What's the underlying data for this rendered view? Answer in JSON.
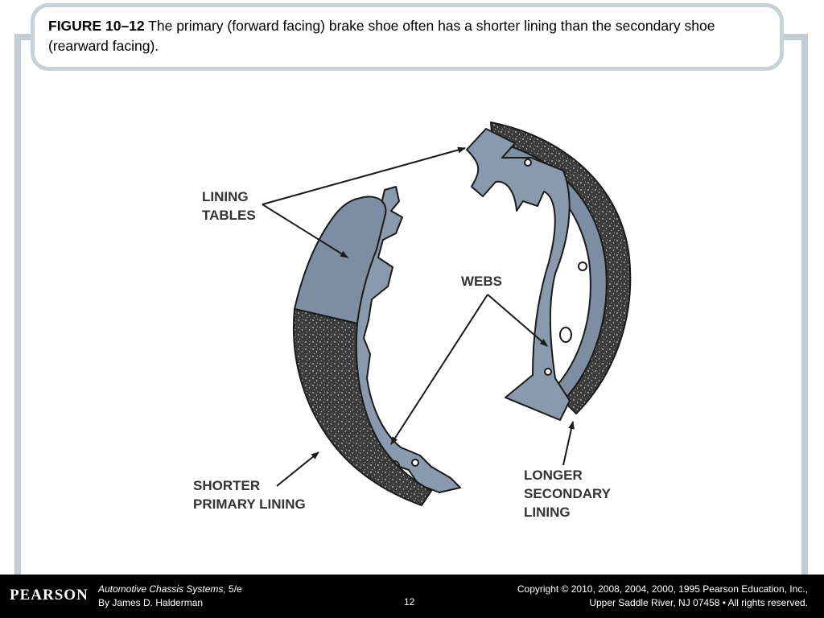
{
  "caption": {
    "figure_label": "FIGURE 10–12",
    "text": " The primary (forward facing) brake shoe often has a shorter lining than the secondary shoe (rearward facing)."
  },
  "labels": {
    "lining_tables": [
      "LINING",
      "TABLES"
    ],
    "webs": "WEBS",
    "shorter_primary": [
      "SHORTER",
      "PRIMARY LINING"
    ],
    "longer_secondary": [
      "LONGER",
      "SECONDARY",
      "LINING"
    ]
  },
  "footer": {
    "logo": "PEARSON",
    "book_title": "Automotive Chassis Systems,",
    "edition": " 5/e",
    "author": "By James D. Halderman",
    "page_number": "12",
    "copyright_line1": "Copyright © 2010, 2008, 2004, 2000, 1995 Pearson Education, Inc.,",
    "copyright_line2": "Upper Saddle River, NJ 07458 • All rights reserved."
  },
  "colors": {
    "shoe_metal": "#8a9aae",
    "lining": "#3d3d3d",
    "frame": "#c4ccd3",
    "footer_bg": "#000000"
  }
}
